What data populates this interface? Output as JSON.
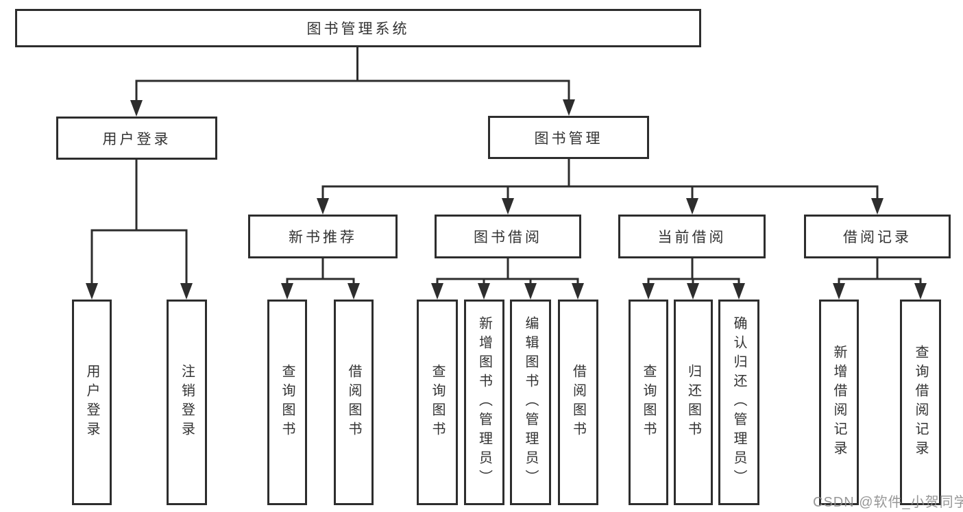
{
  "watermark": {
    "text": "CSDN @软件_小贺同学"
  },
  "tree": {
    "root": {
      "label": "图书管理系统"
    },
    "branches": [
      {
        "label": "用户登录",
        "children": [
          {
            "label": "用户登录"
          },
          {
            "label": "注销登录"
          }
        ]
      },
      {
        "label": "图书管理",
        "children": [
          {
            "label": "新书推荐",
            "children": [
              {
                "label": "查询图书"
              },
              {
                "label": "借阅图书"
              }
            ]
          },
          {
            "label": "图书借阅",
            "children": [
              {
                "label": "查询图书"
              },
              {
                "label": "新增图书（管理员）"
              },
              {
                "label": "编辑图书（管理员）"
              },
              {
                "label": "借阅图书"
              }
            ]
          },
          {
            "label": "当前借阅",
            "children": [
              {
                "label": "查询图书"
              },
              {
                "label": "归还图书"
              },
              {
                "label": "确认归还（管理员）"
              }
            ]
          },
          {
            "label": "借阅记录",
            "children": [
              {
                "label": "新增借阅记录"
              },
              {
                "label": "查询借阅记录"
              }
            ]
          }
        ]
      }
    ]
  }
}
